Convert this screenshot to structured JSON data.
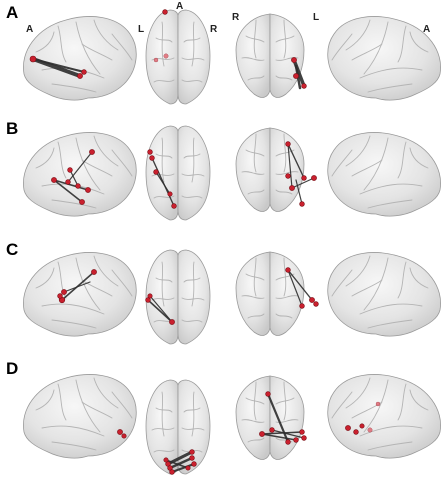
{
  "rows": [
    {
      "label": "A"
    },
    {
      "label": "B"
    },
    {
      "label": "C"
    },
    {
      "label": "D"
    }
  ],
  "orientation": {
    "left_lateral": "A",
    "axial_left": "L",
    "axial_anterior": "A",
    "axial_right": "R",
    "coronal_right": "R",
    "coronal_left": "L",
    "right_lateral": "A"
  },
  "colors": {
    "node": "#c9202e",
    "edge": "#2d2d2d",
    "brain": "#e6e6e6"
  }
}
